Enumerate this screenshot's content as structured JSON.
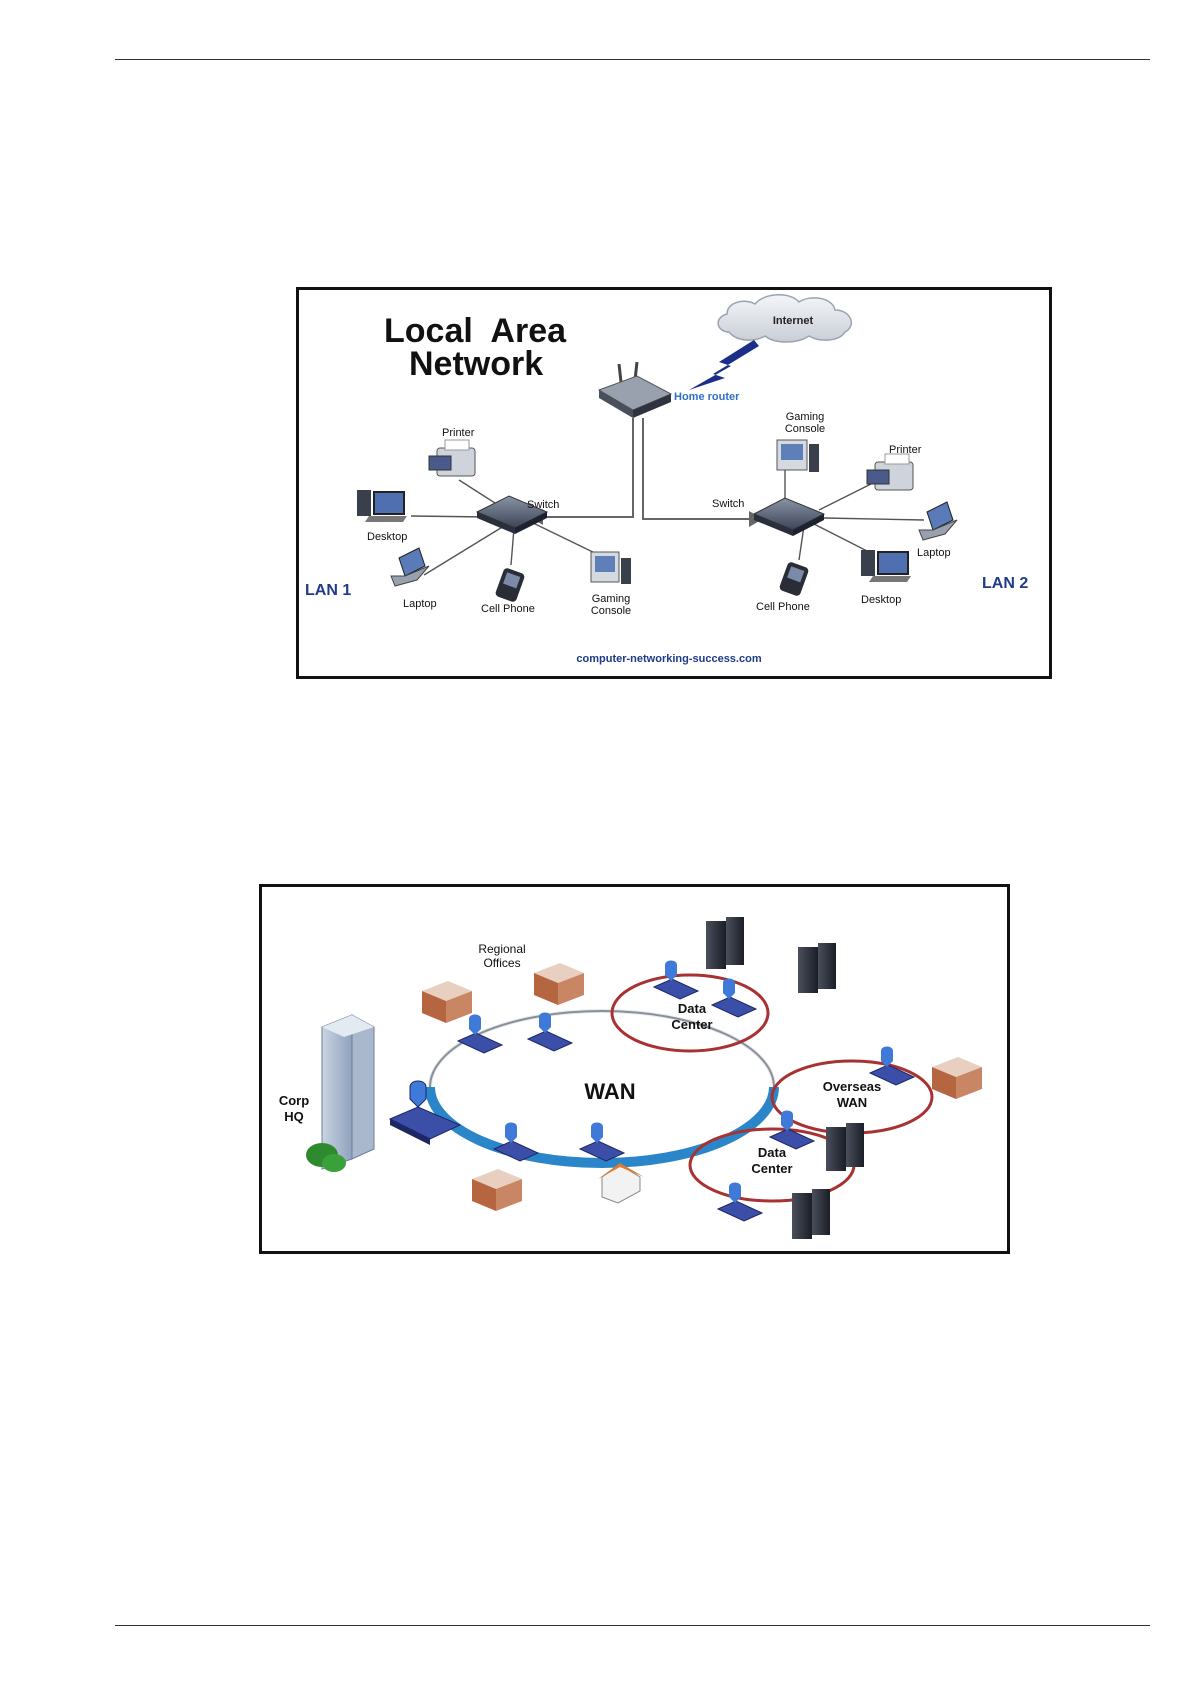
{
  "lan": {
    "title_line1": "Local  Area",
    "title_line2": "Network",
    "internet": "Internet",
    "home_router": "Home router",
    "switch_left": "Switch",
    "switch_right": "Switch",
    "printer_left": "Printer",
    "printer_right": "Printer",
    "desktop_left": "Desktop",
    "desktop_right": "Desktop",
    "laptop_left": "Laptop",
    "laptop_right": "Laptop",
    "cell_left": "Cell Phone",
    "cell_right": "Cell Phone",
    "gaming_left_1": "Gaming",
    "gaming_left_2": "Console",
    "gaming_right_1": "Gaming",
    "gaming_right_2": "Console",
    "lan1": "LAN 1",
    "lan2": "LAN 2",
    "watermark": "computer-networking-success.com"
  },
  "wan": {
    "regional_1": "Regional",
    "regional_2": "Offices",
    "corp_1": "Corp",
    "corp_2": "HQ",
    "wan": "WAN",
    "dc_top_1": "Data",
    "dc_top_2": "Center",
    "overseas_1": "Overseas",
    "overseas_2": "WAN",
    "dc_bot_1": "Data",
    "dc_bot_2": "Center"
  },
  "colors": {
    "lan_label": "#1f3b8a",
    "router_label": "#2f6fc7",
    "wan_ring": "#2a86c8",
    "wan_ring_red": "#a83232",
    "device_blue": "#3b4fa8"
  }
}
